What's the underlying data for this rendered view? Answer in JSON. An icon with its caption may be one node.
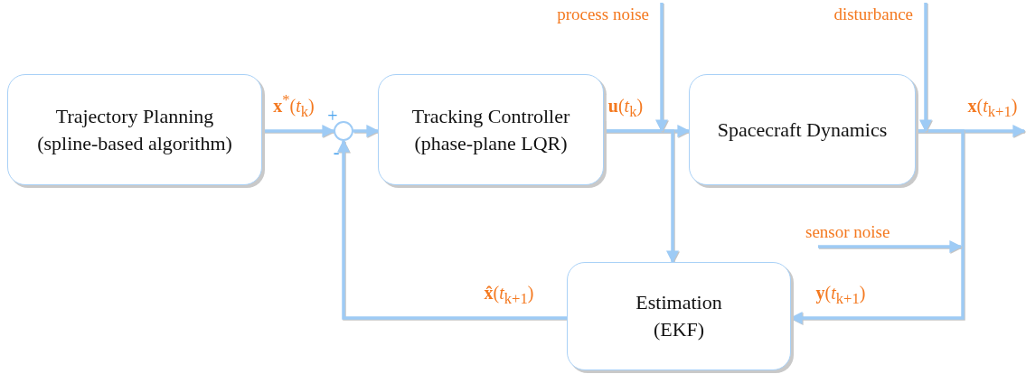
{
  "diagram": {
    "nodes": [
      {
        "text": [
          "Trajectory Planning (spline-based algorithm)"
        ]
      },
      {
        "text": [],
        "shape": "circle"
      },
      {
        "text": [
          "Tracking Controller (phase-plane LQR)"
        ]
      },
      {
        "text": [
          "Spacecraft Dynamics"
        ]
      },
      {
        "text": [
          "Estimation (EKF)"
        ]
      },
      {
        "text": [
          "process noise"
        ]
      },
      {
        "text": [
          "disturbance"
        ]
      },
      {
        "text": [
          "sensor noise"
        ]
      }
    ],
    "edges": [
      {
        "from": 0,
        "to": 1,
        "arrow": "to",
        "label": "**x**$^{*}$(*t*$_{k}$)"
      },
      {
        "from": 1,
        "to": 2,
        "arrow": "to"
      },
      {
        "from": 2,
        "to": 3,
        "arrow": "to",
        "label": "**u**(*t*$_{k}$)"
      },
      {
        "from": 3,
        "to": null,
        "arrow": "to",
        "label": "**x**(*t*$_{k+1}$)"
      },
      {
        "from": 2,
        "to": 4,
        "arrow": "to"
      },
      {
        "from": 3,
        "to": 4,
        "arrow": "to",
        "label": "**y**(*t*$_{k+1}$)"
      },
      {
        "from": 4,
        "to": 1,
        "arrow": "to",
        "label": "**x̂**(*t*$_{k+1}$)"
      },
      {
        "from": 5,
        "to": 3,
        "arrow": "to"
      },
      {
        "from": 6,
        "to": 3,
        "arrow": "to"
      },
      {
        "from": 7,
        "to": null,
        "arrow": "to"
      }
    ],
    "labels": [
      "+",
      "-"
    ]
  }
}
